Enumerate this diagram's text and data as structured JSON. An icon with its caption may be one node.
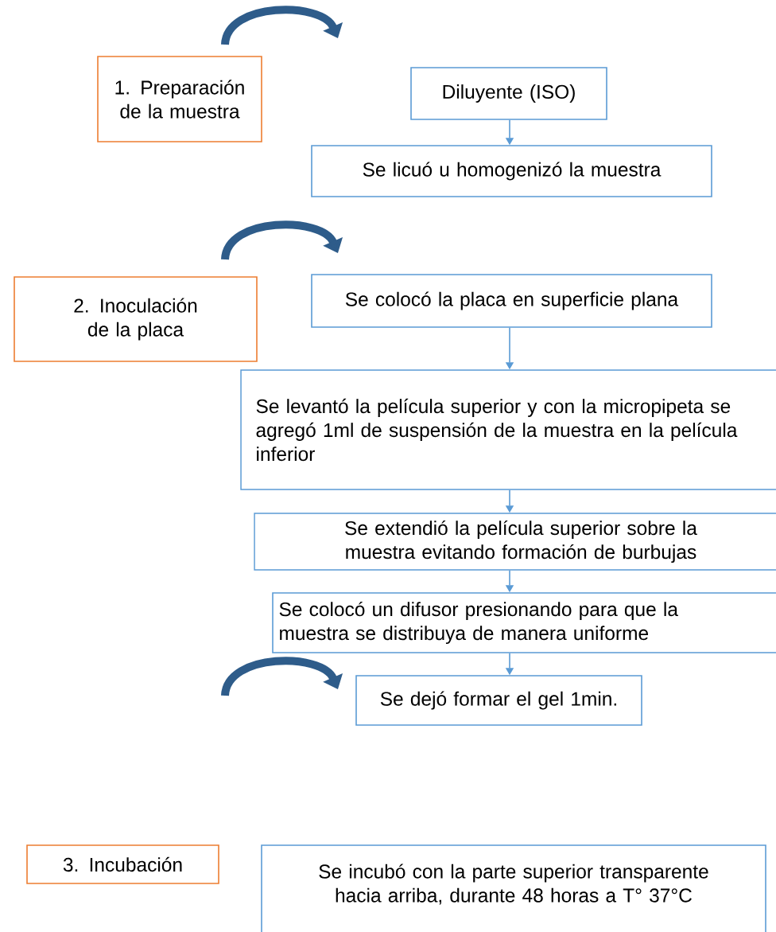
{
  "diagram": {
    "nodes": [
      {
        "text": [
          "1. Preparación de la muestra"
        ]
      },
      {
        "text": [
          "Diluyente (ISO)"
        ]
      },
      {
        "text": [
          "Se licuó u homogenizó la muestra"
        ]
      },
      {
        "text": [
          "2. Inoculación de la placa"
        ]
      },
      {
        "text": [
          "Se colocó la placa en superficie plana"
        ]
      },
      {
        "text": [
          "Se levantó la película superior y con la micropipeta se agregó 1ml de suspensión de la muestra en la película inferior"
        ]
      },
      {
        "text": [
          "Se extendió la película superior sobre la muestra evitando formación de burbujas"
        ]
      },
      {
        "text": [
          "Se colocó un difusor presionando para que la muestra se distribuya de manera uniforme"
        ]
      },
      {
        "text": [
          "Se dejó formar el gel 1min."
        ]
      },
      {
        "text": [
          "3. Incubación"
        ]
      },
      {
        "text": [
          "Se incubó con la parte superior transparente hacia arriba, durante 48 horas a T° 37°C"
        ]
      }
    ],
    "edges": [
      {
        "from": 1,
        "to": 2,
        "arrow": "to"
      },
      {
        "from": 4,
        "to": 5,
        "arrow": "to"
      },
      {
        "from": 5,
        "to": 6,
        "arrow": "to"
      },
      {
        "from": 6,
        "to": 7,
        "arrow": "to"
      },
      {
        "from": 7,
        "to": 8,
        "arrow": "to"
      }
    ]
  }
}
